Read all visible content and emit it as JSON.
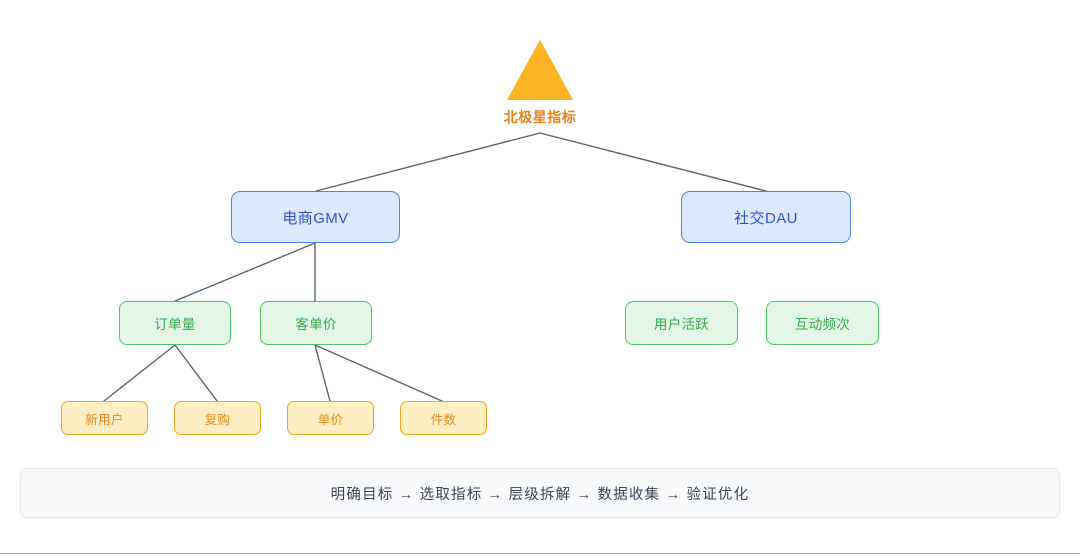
{
  "page": {
    "background": "#ffffff",
    "bottom_rule_color": "#9aa0a9"
  },
  "north_star": {
    "icon": "triangle-icon",
    "label": "北极星指标",
    "shape_color": "#fbb426",
    "label_color": "#e8821c"
  },
  "levels": {
    "level1": [
      {
        "label": "电商GMV",
        "color": "#2f55c8",
        "fill": "#dce8fd",
        "border": "#4a85ea"
      },
      {
        "label": "社交DAU",
        "color": "#2f55c8",
        "fill": "#dce8fd",
        "border": "#4a85ea"
      }
    ],
    "level2": [
      {
        "label": "订单量",
        "color": "#35a84c",
        "fill": "#e4f7e6",
        "border": "#4cc563"
      },
      {
        "label": "客单价",
        "color": "#35a84c",
        "fill": "#e4f7e6",
        "border": "#4cc563"
      },
      {
        "label": "用户活跃",
        "color": "#35a84c",
        "fill": "#e4f7e6",
        "border": "#4cc563"
      },
      {
        "label": "互动频次",
        "color": "#35a84c",
        "fill": "#e4f7e6",
        "border": "#4cc563"
      }
    ],
    "level3": [
      {
        "label": "新用户",
        "color": "#e38a16",
        "fill": "#fdeec4",
        "border": "#f1a623"
      },
      {
        "label": "复购",
        "color": "#e38a16",
        "fill": "#fdeec4",
        "border": "#f1a623"
      },
      {
        "label": "单价",
        "color": "#e38a16",
        "fill": "#fdeec4",
        "border": "#f1a623"
      },
      {
        "label": "件数",
        "color": "#e38a16",
        "fill": "#fdeec4",
        "border": "#f1a623"
      }
    ]
  },
  "connectors": {
    "color": "#5c6472",
    "width": 1.4
  },
  "footer": {
    "steps": [
      "明确目标",
      "选取指标",
      "层级拆解",
      "数据收集",
      "验证优化"
    ],
    "arrow": "→",
    "text": "明确目标 → 选取指标 → 层级拆解 → 数据收集 → 验证优化",
    "text_color": "#3b4454",
    "fill": "#f8f9fb",
    "border": "#e6e9ef"
  }
}
